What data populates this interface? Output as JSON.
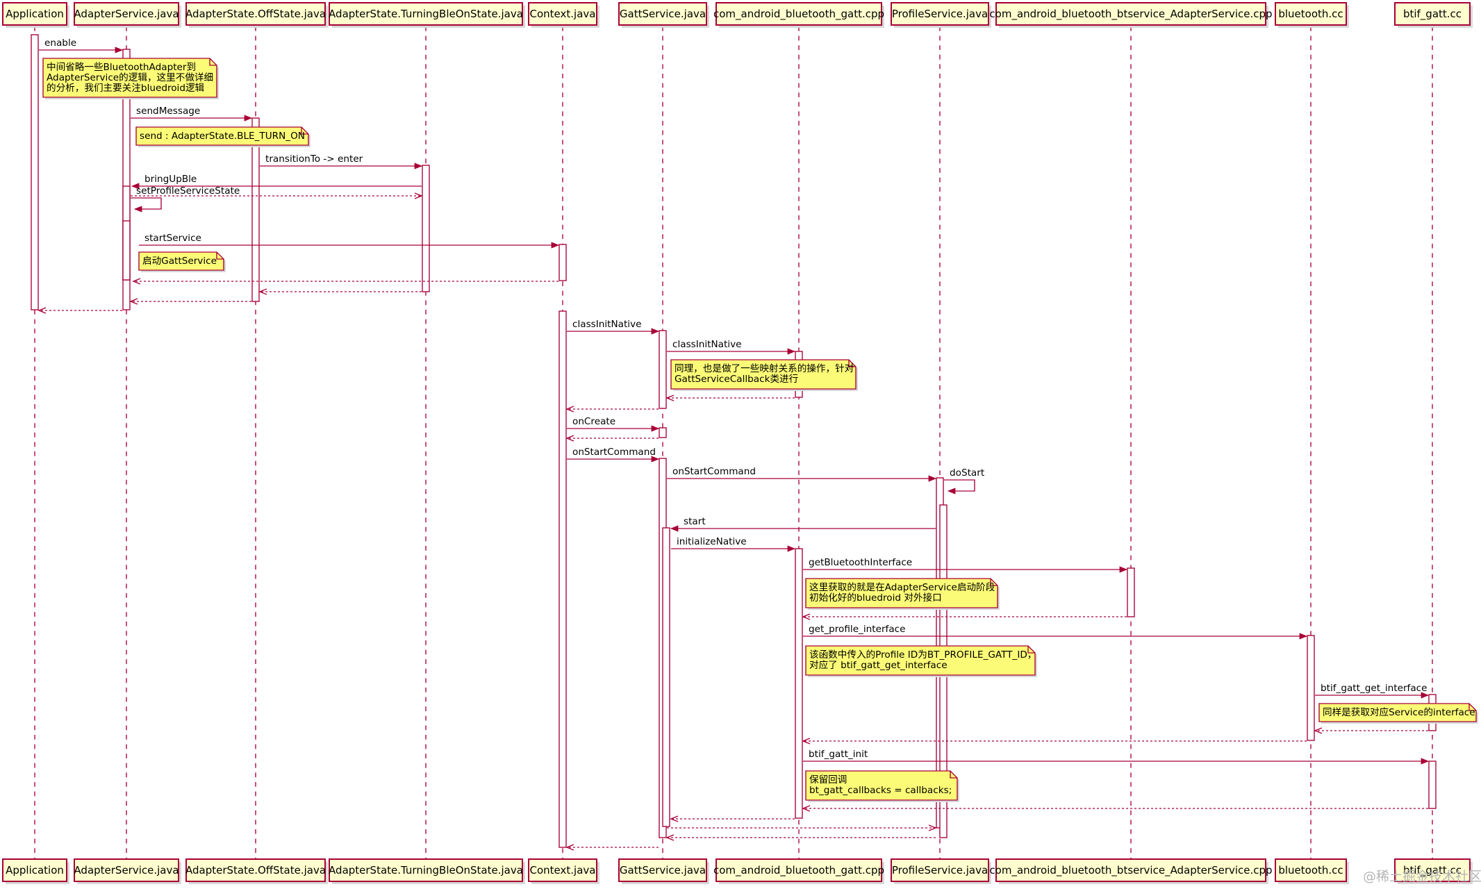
{
  "diagram": {
    "type": "sequence",
    "participants": [
      {
        "id": "app",
        "label": "Application"
      },
      {
        "id": "as",
        "label": "AdapterService.java"
      },
      {
        "id": "off",
        "label": "AdapterState.OffState.java"
      },
      {
        "id": "tble",
        "label": "AdapterState.TurningBleOnState.java"
      },
      {
        "id": "ctx",
        "label": "Context.java"
      },
      {
        "id": "gatt",
        "label": "GattService.java"
      },
      {
        "id": "cagc",
        "label": "com_android_bluetooth_gatt.cpp"
      },
      {
        "id": "ps",
        "label": "ProfileService.java"
      },
      {
        "id": "cabas",
        "label": "com_android_bluetooth_btservice_AdapterService.cpp"
      },
      {
        "id": "bcc",
        "label": "bluetooth.cc"
      },
      {
        "id": "btif",
        "label": "btif_gatt.cc"
      }
    ],
    "messages": [
      {
        "from": "app",
        "to": "as",
        "label": "enable"
      },
      {
        "from": "as",
        "to": "off",
        "label": "sendMessage"
      },
      {
        "from": "off",
        "to": "tble",
        "label": "transitionTo -> enter"
      },
      {
        "from": "tble",
        "to": "as",
        "label": "bringUpBle"
      },
      {
        "from": "as",
        "to": "tble",
        "label": "",
        "return": true
      },
      {
        "from": "as",
        "to": "as",
        "label": "setProfileServiceState"
      },
      {
        "from": "as",
        "to": "ctx",
        "label": "startService"
      },
      {
        "from": "ctx",
        "to": "as",
        "label": "",
        "return": true
      },
      {
        "from": "tble",
        "to": "off",
        "label": "",
        "return": true
      },
      {
        "from": "off",
        "to": "as",
        "label": "",
        "return": true
      },
      {
        "from": "as",
        "to": "app",
        "label": "",
        "return": true
      },
      {
        "from": "ctx",
        "to": "gatt",
        "label": "classInitNative"
      },
      {
        "from": "gatt",
        "to": "cagc",
        "label": "classInitNative"
      },
      {
        "from": "cagc",
        "to": "gatt",
        "label": "",
        "return": true
      },
      {
        "from": "gatt",
        "to": "ctx",
        "label": "",
        "return": true
      },
      {
        "from": "ctx",
        "to": "gatt",
        "label": "onCreate"
      },
      {
        "from": "gatt",
        "to": "ctx",
        "label": "",
        "return": true
      },
      {
        "from": "ctx",
        "to": "gatt",
        "label": "onStartCommand"
      },
      {
        "from": "gatt",
        "to": "ps",
        "label": "onStartCommand"
      },
      {
        "from": "ps",
        "to": "ps",
        "label": "doStart"
      },
      {
        "from": "ps",
        "to": "gatt",
        "label": "start"
      },
      {
        "from": "gatt",
        "to": "cagc",
        "label": "initializeNative"
      },
      {
        "from": "cagc",
        "to": "cabas",
        "label": "getBluetoothInterface"
      },
      {
        "from": "cabas",
        "to": "cagc",
        "label": "",
        "return": true
      },
      {
        "from": "cagc",
        "to": "bcc",
        "label": "get_profile_interface"
      },
      {
        "from": "bcc",
        "to": "btif",
        "label": "btif_gatt_get_interface"
      },
      {
        "from": "btif",
        "to": "bcc",
        "label": "",
        "return": true
      },
      {
        "from": "bcc",
        "to": "cagc",
        "label": "",
        "return": true
      },
      {
        "from": "cagc",
        "to": "btif",
        "label": "btif_gatt_init"
      },
      {
        "from": "btif",
        "to": "cagc",
        "label": "",
        "return": true
      },
      {
        "from": "cagc",
        "to": "gatt",
        "label": "",
        "return": true
      },
      {
        "from": "gatt",
        "to": "ps",
        "label": "",
        "return": true
      },
      {
        "from": "ps",
        "to": "gatt",
        "label": "",
        "return": true
      },
      {
        "from": "gatt",
        "to": "ctx",
        "label": "",
        "return": true
      }
    ],
    "notes": [
      {
        "over": "as",
        "lines": [
          "中间省略一些BluetoothAdapter到",
          "AdapterService的逻辑，这里不做详细",
          "的分析，我们主要关注bluedroid逻辑"
        ]
      },
      {
        "over": "as",
        "lines": [
          "send : AdapterState.BLE_TURN_ON"
        ]
      },
      {
        "over": "as",
        "lines": [
          "启动GattService"
        ]
      },
      {
        "over": "gatt",
        "lines": [
          "同理，也是做了一些映射关系的操作，针对",
          "GattServiceCallback类进行"
        ]
      },
      {
        "over": "cagc",
        "lines": [
          "这里获取的就是在AdapterService启动阶段",
          "初始化好的bluedroid 对外接口"
        ]
      },
      {
        "over": "cagc",
        "lines": [
          "该函数中传入的Profile ID为BT_PROFILE_GATT_ID，",
          "对应了 btif_gatt_get_interface"
        ]
      },
      {
        "over": "bcc",
        "lines": [
          "同样是获取对应Service的interface"
        ]
      },
      {
        "over": "cagc",
        "lines": [
          "保留回调",
          "bt_gatt_callbacks = callbacks;"
        ]
      }
    ]
  },
  "watermark": "@稀土掘金技术社区",
  "colors": {
    "participant_fill": "#FEFECE",
    "border": "#A80036",
    "note_fill": "#FBFB77",
    "background": "#FFFFFF"
  }
}
